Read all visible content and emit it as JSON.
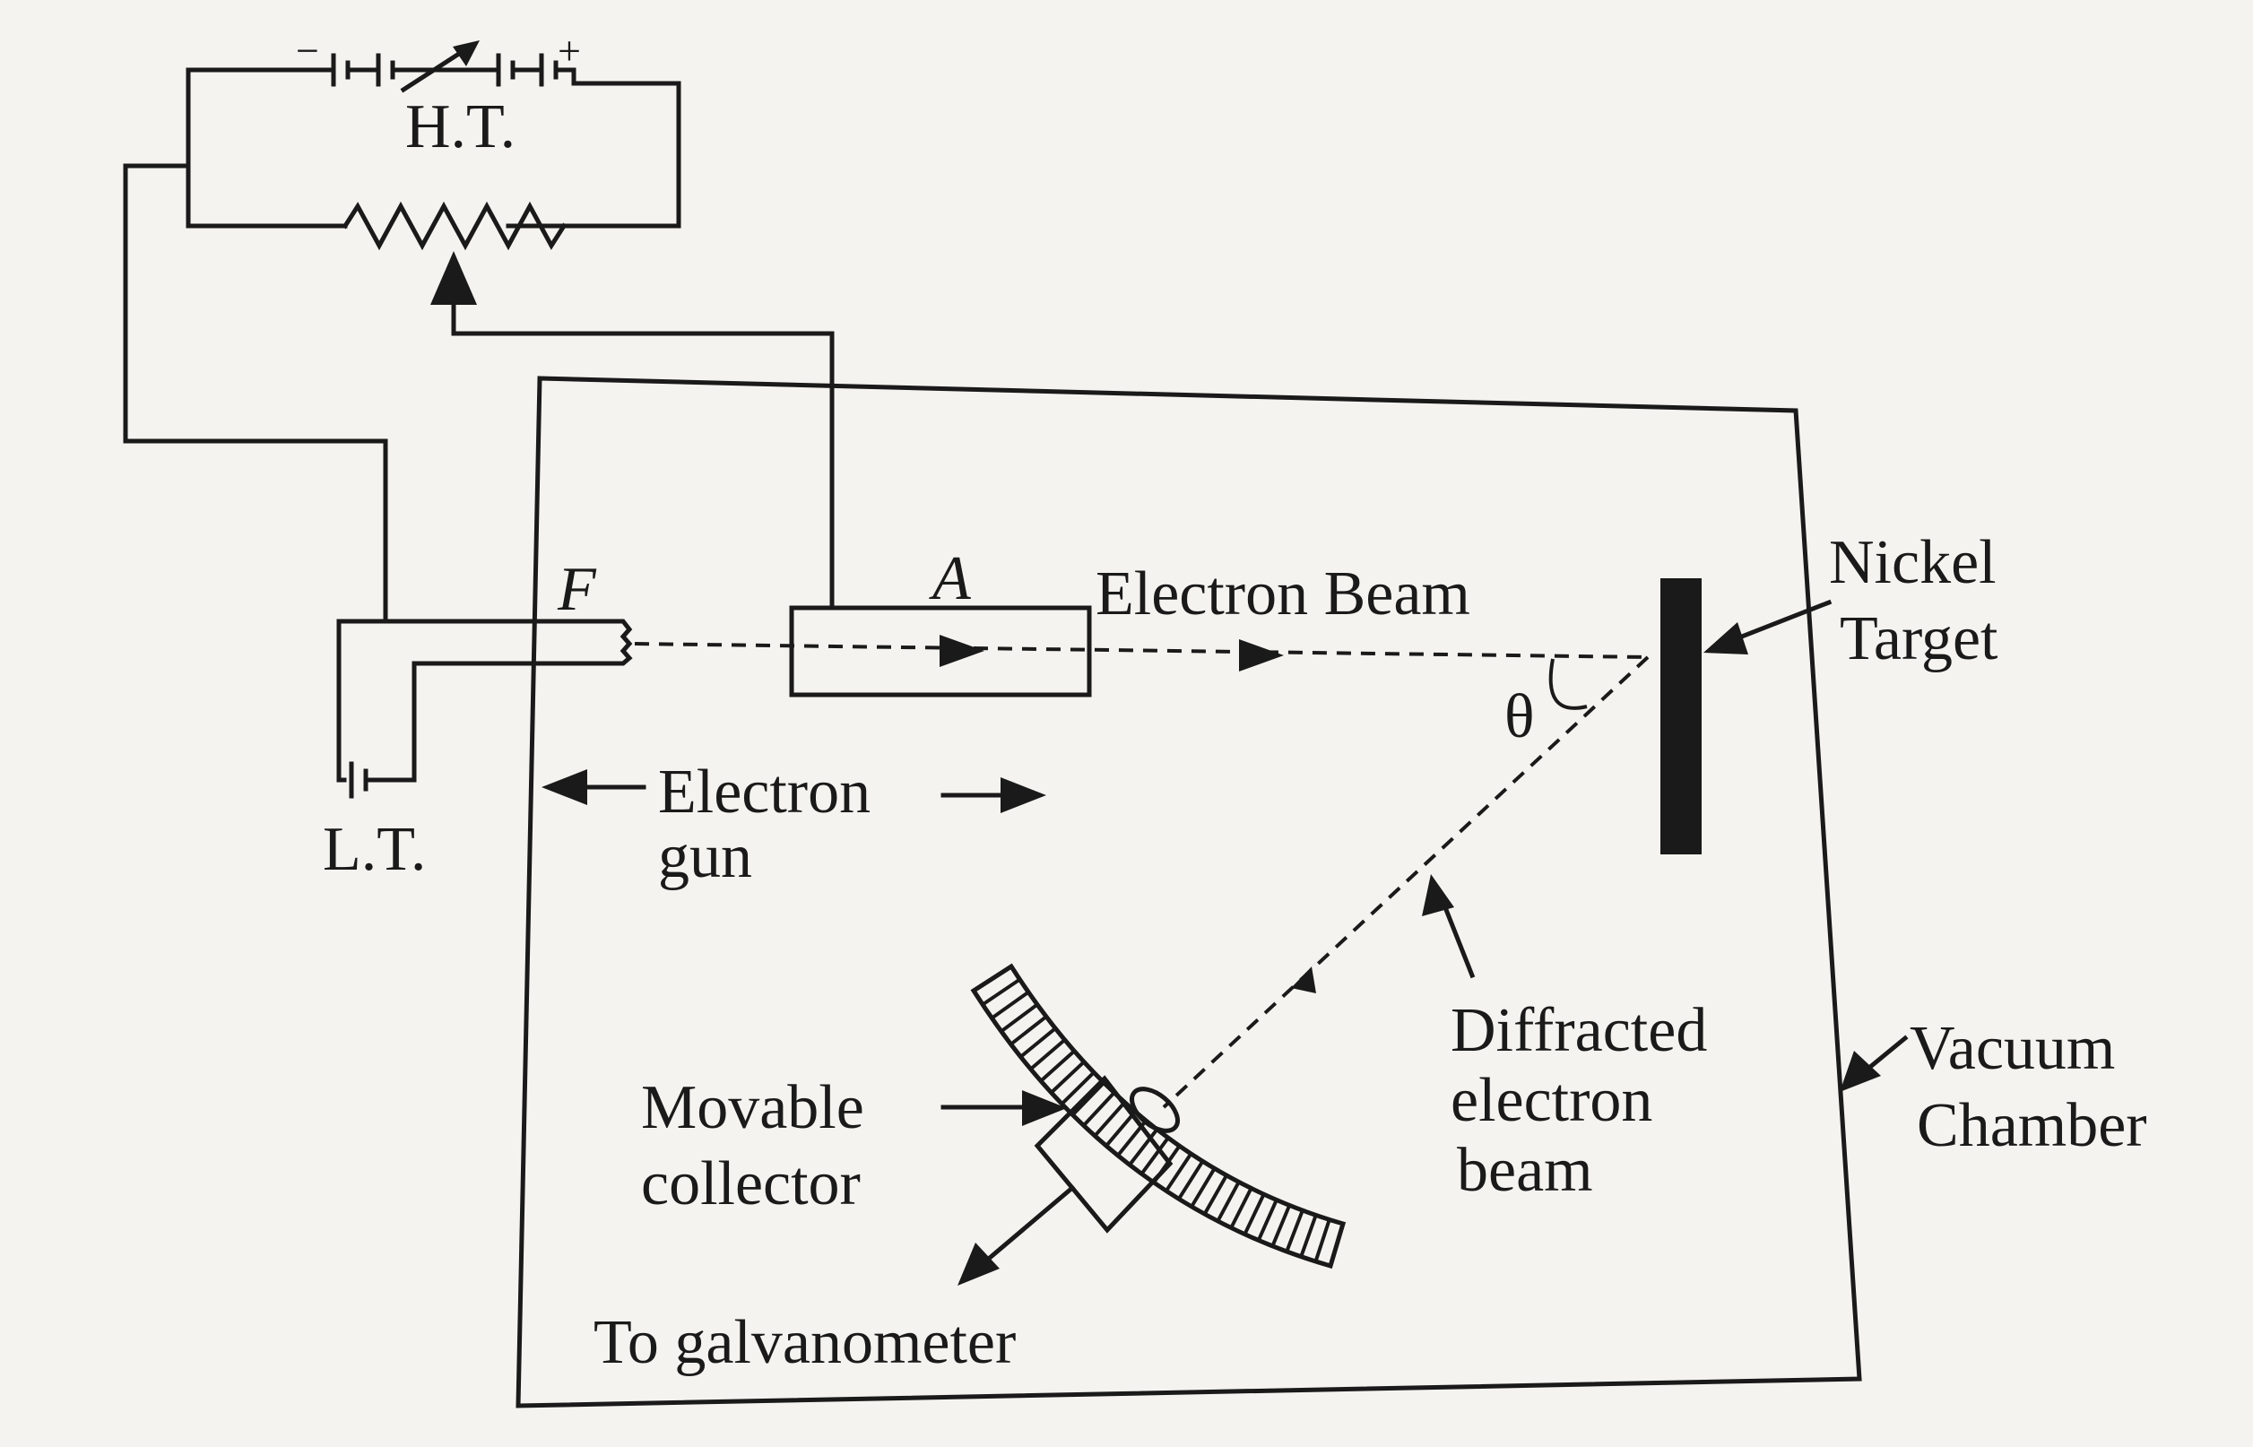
{
  "labels": {
    "ht": "H.T.",
    "ht_minus": "−",
    "ht_plus": "+",
    "lt": "L.T.",
    "filament": "F",
    "anode": "A",
    "electron_beam": "Electron Beam",
    "electron_gun_line1": "Electron",
    "electron_gun_line2": "gun",
    "nickel_target_line1": "Nickel",
    "nickel_target_line2": "Target",
    "theta": "θ",
    "diffracted_line1": "Diffracted",
    "diffracted_line2": "electron",
    "diffracted_line3": "beam",
    "vacuum_line1": "Vacuum",
    "vacuum_line2": "Chamber",
    "collector_line1": "Movable",
    "collector_line2": "collector",
    "galvanometer": "To galvanometer"
  }
}
